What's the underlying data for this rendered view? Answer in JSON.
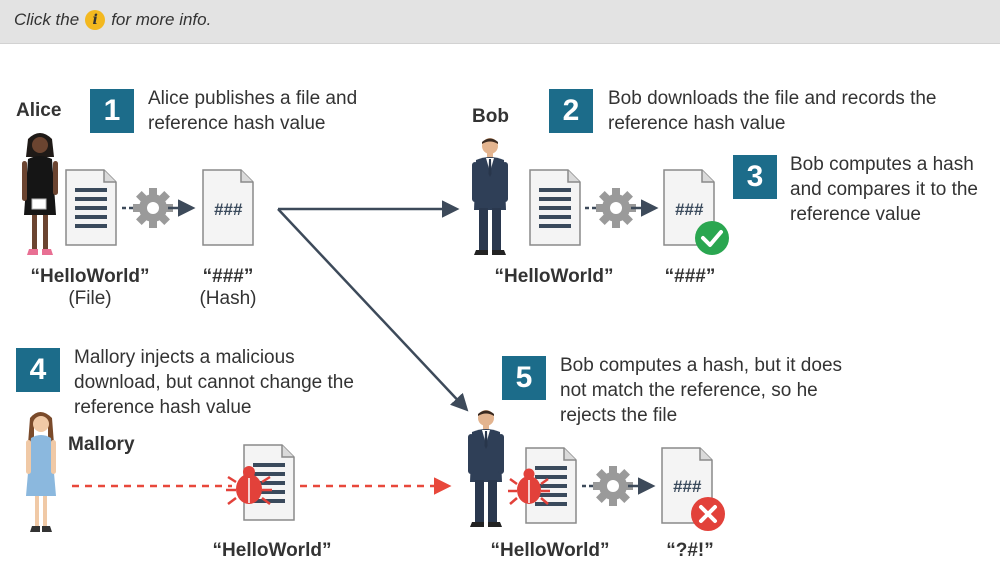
{
  "topbar": {
    "prefix": "Click the",
    "info_icon": "i",
    "suffix": "for more info."
  },
  "steps": [
    {
      "number": "1",
      "text": "Alice publishes a file and reference hash value"
    },
    {
      "number": "2",
      "text": "Bob downloads the file and records the reference hash value"
    },
    {
      "number": "3",
      "text": "Bob computes a hash and compares it to the reference value"
    },
    {
      "number": "4",
      "text": "Mallory injects a malicious download, but cannot change the reference hash value"
    },
    {
      "number": "5",
      "text": "Bob computes a hash, but it does not match the reference, so he rejects the file"
    }
  ],
  "people": {
    "alice": "Alice",
    "bob": "Bob",
    "mallory": "Mallory"
  },
  "labels": {
    "alice_file": "“HelloWorld”",
    "alice_file_sub": "(File)",
    "alice_hash": "“###”",
    "alice_hash_sub": "(Hash)",
    "bob_file": "“HelloWorld”",
    "bob_hash": "“###”",
    "mallory_file": "“HelloWorld”",
    "bob2_file": "“HelloWorld”",
    "bob2_hash": "“?#!”"
  },
  "doc_text": {
    "hash": "###"
  },
  "colors": {
    "step_badge": "#1c6c8a",
    "arrow": "#3d4a5a",
    "malicious_arrow": "#e8483b",
    "match": "#2aa650",
    "mismatch": "#e2413a"
  }
}
